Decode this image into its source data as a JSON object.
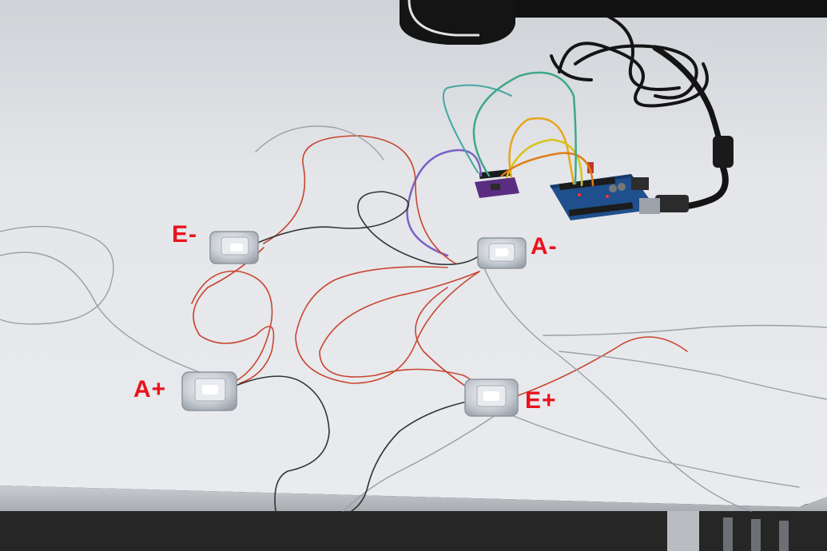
{
  "labels": {
    "top_left": "E-",
    "top_right": "A-",
    "bottom_left": "A+",
    "bottom_right": "E+"
  },
  "colors": {
    "label": "#e8141c",
    "desk": "#e6e8ec",
    "wire_red": "#c8452f",
    "wire_grey": "#9aa0a6",
    "wire_black": "#333333",
    "hx711_board": "#5a2d82",
    "arduino_board": "#1f4f8c"
  }
}
